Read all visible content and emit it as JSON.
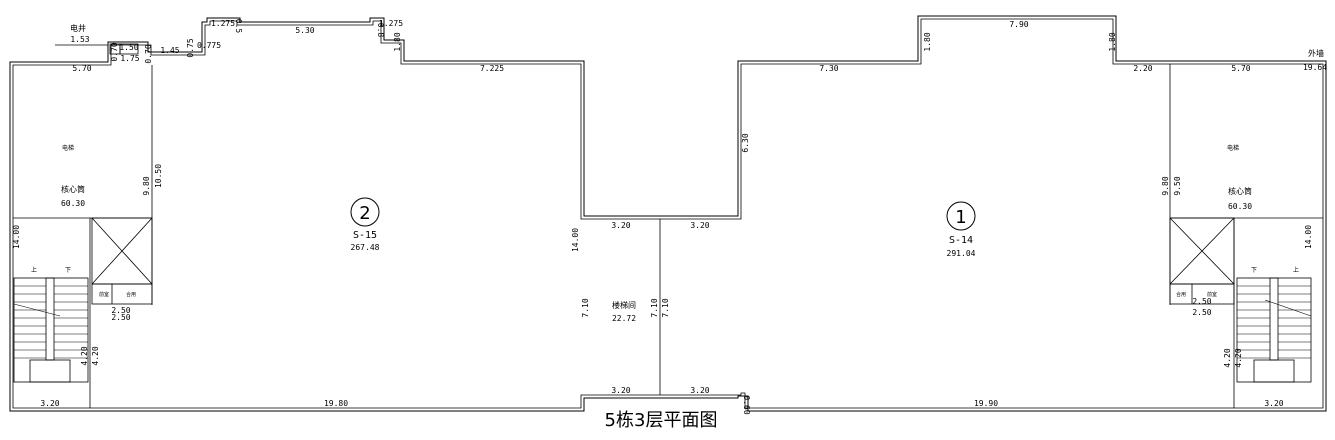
{
  "title": "5栋3层平面图",
  "rooms": {
    "unit2": {
      "number": "2",
      "code": "S-15",
      "area": "267.48"
    },
    "unit1": {
      "number": "1",
      "code": "S-14",
      "area": "291.04"
    },
    "stairwell": {
      "name": "楼梯间",
      "area": "22.72"
    },
    "core_left": {
      "name": "核心筒",
      "area": "60.30",
      "small": "电梯"
    },
    "core_right": {
      "name": "核心筒",
      "area": "60.30",
      "small": "电梯"
    }
  },
  "labels": {
    "electric_shaft": "电井",
    "outer_wall": "外墙",
    "up": "上",
    "down": "下",
    "room_a": "前室",
    "room_b": "合用"
  },
  "dims": {
    "d_1_53": "1.53",
    "d_1_50": "1.50",
    "d_1_75": "1.75",
    "d_0_70a": "0.70",
    "d_0_70b": "0.70",
    "d_1_45": "1.45",
    "d_0_775": "0.775",
    "d_0_75": "0.75",
    "d_1_275a": "1.275",
    "d_0_5": "0.5",
    "d_5_30": "5.30",
    "d_1_275b": "1.275",
    "d_0_8": "0.8",
    "d_1_80a": "1.80",
    "d_7_225": "7.225",
    "d_5_70l": "5.70",
    "d_9_80l": "9.80",
    "d_10_50l": "10.50",
    "d_14_00l": "14.00",
    "d_2_50l1": "2.50",
    "d_2_50l2": "2.50",
    "d_4_20l1": "4.20",
    "d_4_20l2": "4.20",
    "d_3_20bl": "3.20",
    "d_19_80": "19.80",
    "d_14_00c": "14.00",
    "d_3_20t1": "3.20",
    "d_3_20t2": "3.20",
    "d_7_10a": "7.10",
    "d_7_10b": "7.10",
    "d_7_10c": "7.10",
    "d_3_20b1": "3.20",
    "d_3_20b2": "3.20",
    "d_0_60": "0.60",
    "d_19_90": "19.90",
    "d_7_30": "7.30",
    "d_6_30": "6.30",
    "d_1_80b": "1.80",
    "d_7_90": "7.90",
    "d_1_80c": "1.80",
    "d_2_20": "2.20",
    "d_5_70r": "5.70",
    "d_19_64": "19.64",
    "d_9_80r": "9.80",
    "d_9_50r": "9.50",
    "d_14_00r": "14.00",
    "d_2_50r1": "2.50",
    "d_2_50r2": "2.50",
    "d_4_20r1": "4.20",
    "d_4_20r2": "4.20",
    "d_3_20br": "3.20"
  }
}
